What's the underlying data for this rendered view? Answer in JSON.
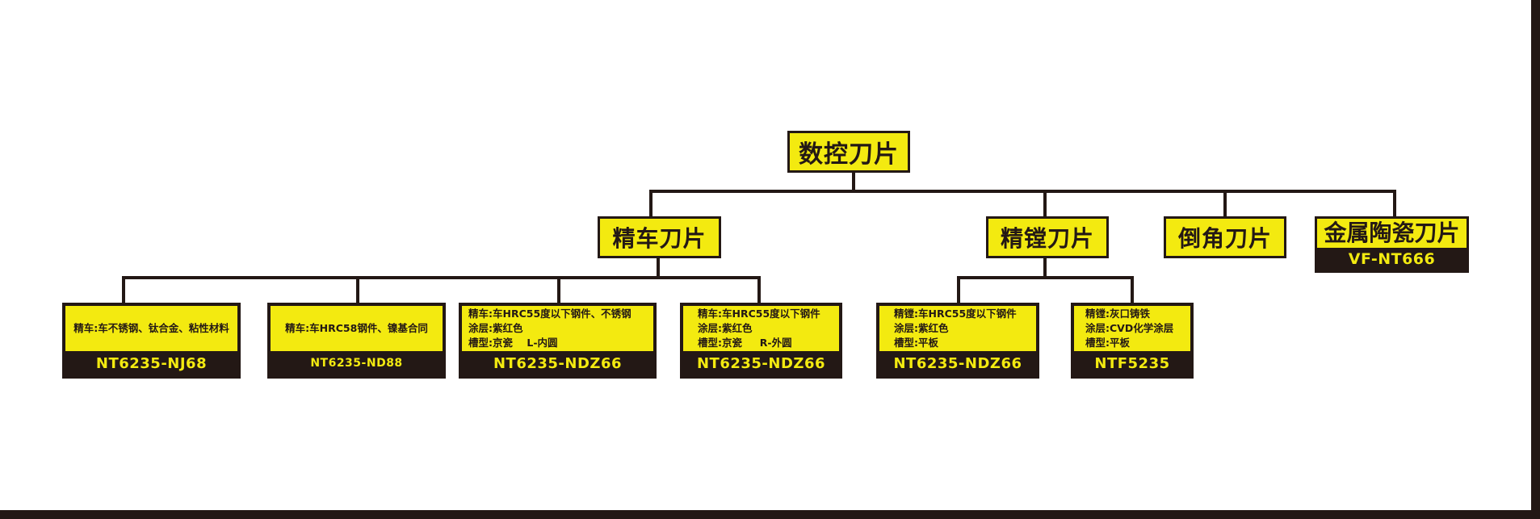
{
  "root": {
    "label": "数控刀片"
  },
  "categories": [
    {
      "label": "精车刀片"
    },
    {
      "label": "精镗刀片"
    },
    {
      "label": "倒角刀片"
    },
    {
      "label": "金属陶瓷刀片",
      "code": "VF-NT666"
    }
  ],
  "leaves": [
    {
      "lines": [
        "精车:车不锈钢、钛合金、粘性材料"
      ],
      "code": "NT6235-NJ68"
    },
    {
      "lines": [
        "精车:车HRC58钢件、镍基合同"
      ],
      "code": "NT6235-ND88"
    },
    {
      "lines": [
        "精车:车HRC55度以下钢件、不锈钢",
        "涂层:紫红色",
        "槽型:京瓷    L-内圆"
      ],
      "code": "NT6235-NDZ66"
    },
    {
      "lines": [
        "精车:车HRC55度以下钢件",
        "涂层:紫红色",
        "槽型:京瓷     R-外圆"
      ],
      "code": "NT6235-NDZ66"
    },
    {
      "lines": [
        "精镗:车HRC55度以下钢件",
        "涂层:紫红色",
        "槽型:平板"
      ],
      "code": "NT6235-NDZ66"
    },
    {
      "lines": [
        "精镗:灰口铸铁",
        "涂层:CVD化学涂层",
        "槽型:平板"
      ],
      "code": "NTF5235"
    }
  ],
  "colors": {
    "yellow": "#f3ea10",
    "dark": "#231815"
  }
}
